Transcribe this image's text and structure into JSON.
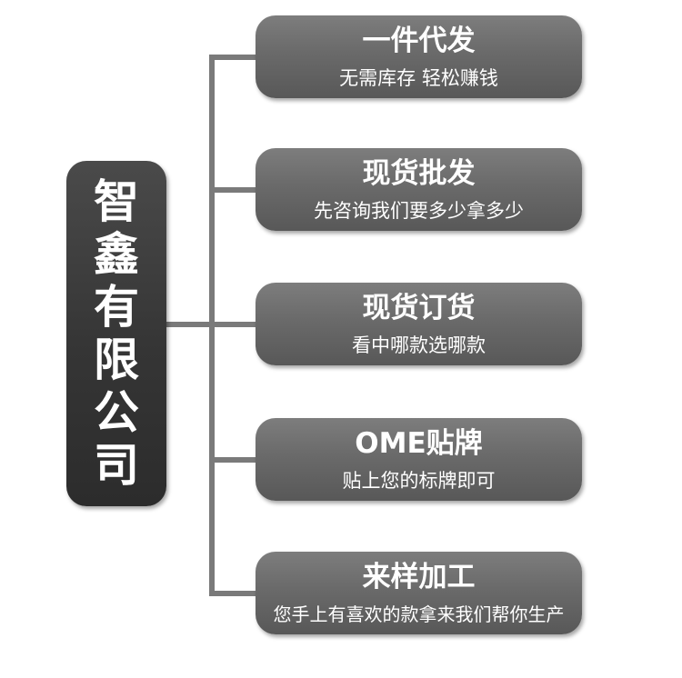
{
  "root": {
    "label": "智鑫有限公司"
  },
  "nodes": [
    {
      "title": "一件代发",
      "subtitle": "无需库存 轻松赚钱"
    },
    {
      "title": "现货批发",
      "subtitle": "先咨询我们要多少拿多少"
    },
    {
      "title": "现货订货",
      "subtitle": "看中哪款选哪款"
    },
    {
      "title": "OME贴牌",
      "subtitle": "贴上您的标牌即可"
    },
    {
      "title": "来样加工",
      "subtitle": "您手上有喜欢的款拿来我们帮你生产"
    }
  ],
  "colors": {
    "root_fill": "#353535",
    "node_fill": "#6a6a6a",
    "connector": "#7a7a7a",
    "text": "#ffffff"
  }
}
